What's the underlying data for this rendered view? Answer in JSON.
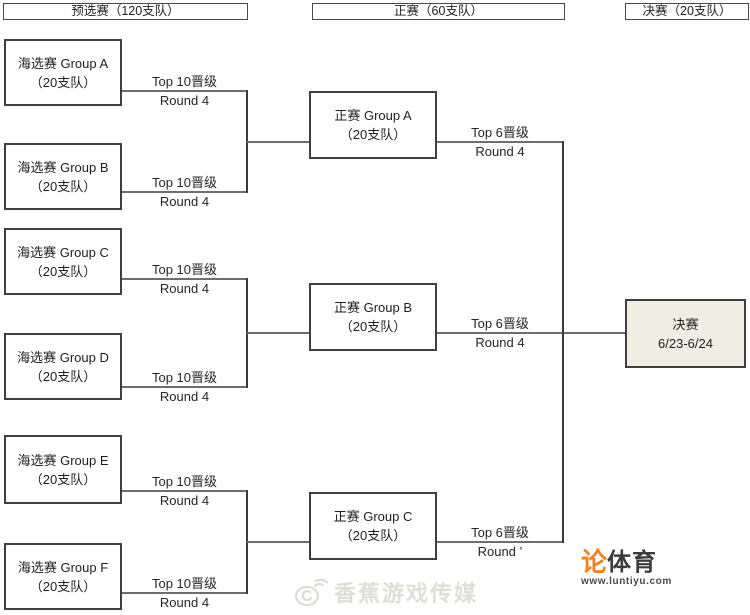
{
  "headers": {
    "pre": "预选赛（120支队）",
    "main": "正赛（60支队）",
    "final": "决赛（20支队）"
  },
  "pre_groups": [
    {
      "name": "海选赛 Group A",
      "teams": "（20支队）",
      "adv_line1": "Top 10晋级",
      "adv_line2": "Round 4"
    },
    {
      "name": "海选赛 Group B",
      "teams": "（20支队）",
      "adv_line1": "Top 10晋级",
      "adv_line2": "Round 4"
    },
    {
      "name": "海选赛 Group C",
      "teams": "（20支队）",
      "adv_line1": "Top 10晋级",
      "adv_line2": "Round 4"
    },
    {
      "name": "海选赛 Group D",
      "teams": "（20支队）",
      "adv_line1": "Top 10晋级",
      "adv_line2": "Round 4"
    },
    {
      "name": "海选赛 Group E",
      "teams": "（20支队）",
      "adv_line1": "Top 10晋级",
      "adv_line2": "Round 4"
    },
    {
      "name": "海选赛 Group F",
      "teams": "（20支队）",
      "adv_line1": "Top 10晋级",
      "adv_line2": "Round 4"
    }
  ],
  "main_groups": [
    {
      "name": "正赛 Group A",
      "teams": "（20支队）",
      "adv_line1": "Top 6晋级",
      "adv_line2": "Round 4"
    },
    {
      "name": "正赛 Group B",
      "teams": "（20支队）",
      "adv_line1": "Top 6晋级",
      "adv_line2": "Round 4"
    },
    {
      "name": "正赛 Group C",
      "teams": "（20支队）",
      "adv_line1": "Top 6晋级",
      "adv_line2": "Round ’"
    }
  ],
  "final_match": {
    "name": "决赛",
    "date": "6/23-6/24"
  },
  "watermarks": {
    "center": {
      "icon": "weibo-eye-icon",
      "text": "香蕉游戏传媒"
    },
    "right": {
      "brand_accent": "论",
      "brand_rest": "体育",
      "url": "www.luntiyu.com"
    }
  },
  "colors": {
    "connector_line": "#6e6e6e",
    "box_border": "#3f3f3f",
    "final_box_fill": "#f0eee2",
    "accent_orange": "#f08220",
    "watermark_gray": "#e0ded6"
  }
}
